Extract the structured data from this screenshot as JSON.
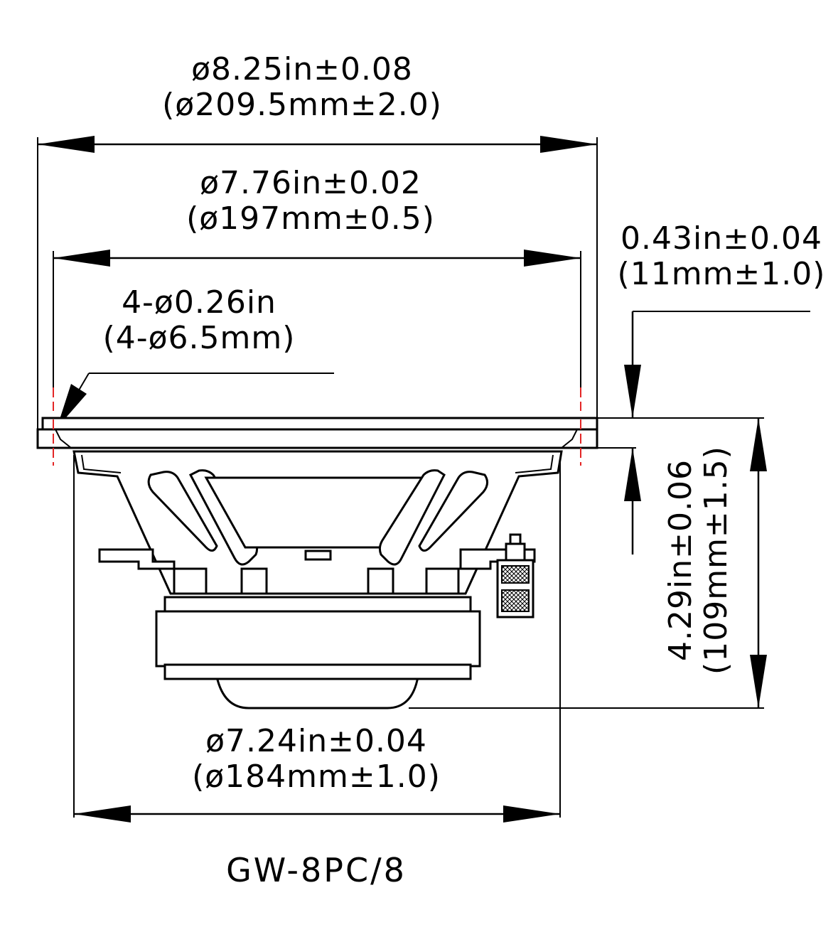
{
  "dimensions": {
    "overall_in": "ø8.25in±0.08",
    "overall_mm": "(ø209.5mm±2.0)",
    "mounting_in": "ø7.76in±0.02",
    "mounting_mm": "(ø197mm±0.5)",
    "holes_in": "4-ø0.26in",
    "holes_mm": "(4-ø6.5mm)",
    "flange_in": "0.43in±0.04",
    "flange_mm": "(11mm±1.0)",
    "depth_in": "4.29in±0.06",
    "depth_mm": "(109mm±1.5)",
    "cutout_in": "ø7.24in±0.04",
    "cutout_mm": "(ø184mm±1.0)"
  },
  "model": "GW-8PC/8",
  "colors": {
    "line": "#000000",
    "hole_centerline": "#e32626",
    "background": "#ffffff"
  }
}
